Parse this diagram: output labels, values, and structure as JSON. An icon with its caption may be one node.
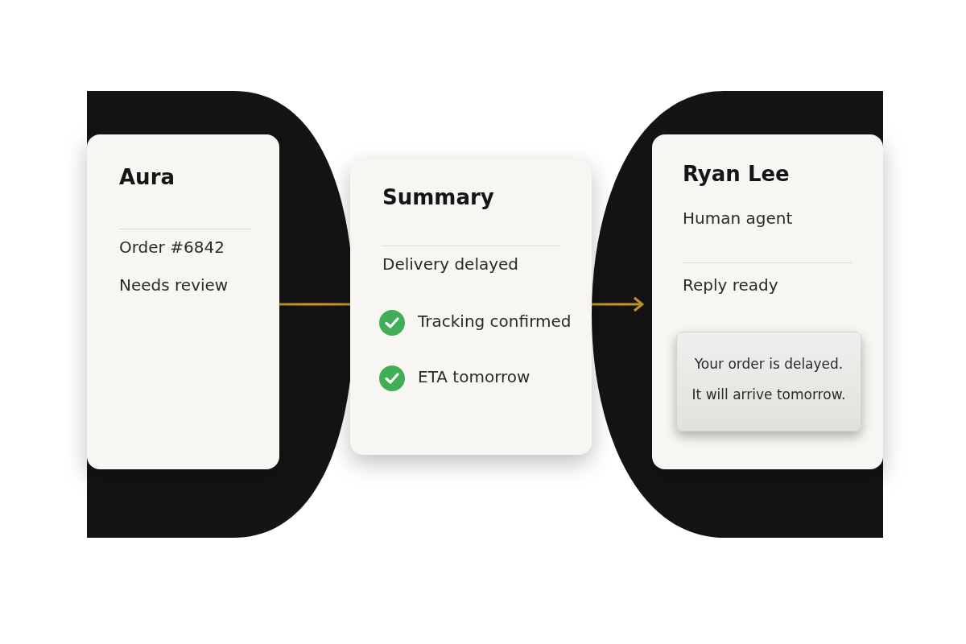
{
  "diagram": {
    "nodes": [
      {
        "text": [
          "Aura",
          "Order #6842",
          "Needs review"
        ]
      },
      {
        "text": [
          "Summary",
          "Delivery delayed",
          "Tracking confirmed",
          "ETA tomorrow"
        ]
      },
      {
        "text": [
          "Ryan Lee",
          "Human agent",
          "Reply ready"
        ]
      },
      {
        "text": [
          "Your order is delayed. It will arrive tomorrow."
        ],
        "in": 2
      }
    ],
    "edges": [
      {
        "from": 0,
        "to": 1,
        "arrow": "none",
        "color": "#c8952e"
      },
      {
        "from": 1,
        "to": 2,
        "arrow": "to",
        "color": "#c8952e"
      }
    ]
  }
}
